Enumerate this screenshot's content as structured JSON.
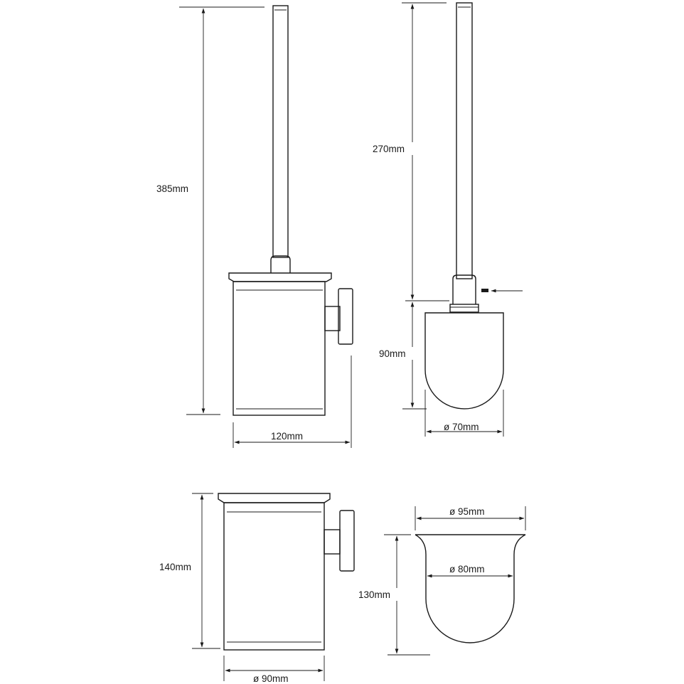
{
  "dimensions": {
    "overall_height": "385mm",
    "holder_width": "120mm",
    "handle_length": "270mm",
    "brush_head_height": "90mm",
    "brush_head_diameter": "ø 70mm",
    "container_height": "140mm",
    "container_diameter": "ø 90mm",
    "cup_outer_diameter": "ø 95mm",
    "cup_inner_diameter": "ø 80mm",
    "cup_height": "130mm"
  }
}
